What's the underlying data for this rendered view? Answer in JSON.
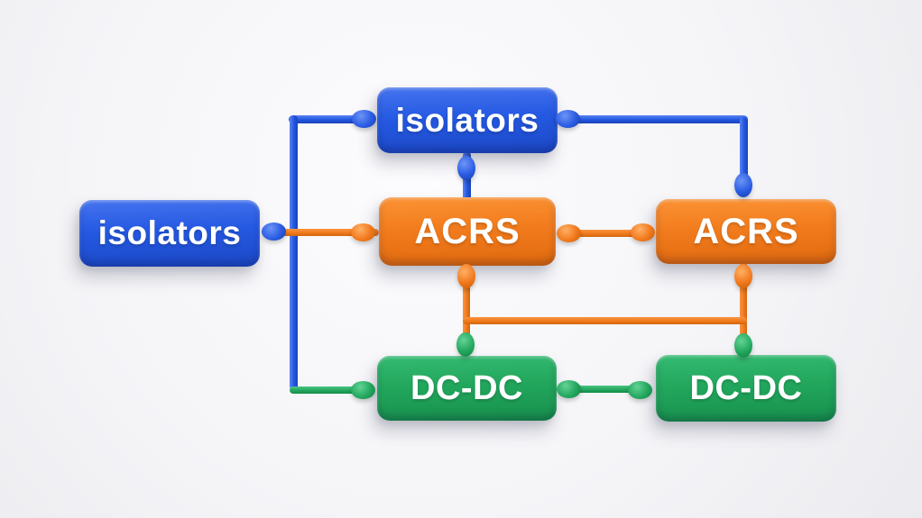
{
  "diagram": {
    "background_color": "#f4f4f7",
    "node_colors": {
      "blue": "#2559e2",
      "orange": "#f27c1d",
      "green": "#22a75d"
    },
    "line_colors": {
      "blue": "#2256e0",
      "orange": "#ef7a1c",
      "green": "#23a75e"
    },
    "text_color": "#ffffff",
    "nodes": [
      {
        "id": "isolators-top",
        "label": "isolators",
        "color": "blue"
      },
      {
        "id": "isolators-left",
        "label": "isolators",
        "color": "blue"
      },
      {
        "id": "acrs-center",
        "label": "ACRS",
        "color": "orange"
      },
      {
        "id": "acrs-right",
        "label": "ACRS",
        "color": "orange"
      },
      {
        "id": "dcdc-center",
        "label": "DC-DC",
        "color": "green"
      },
      {
        "id": "dcdc-right",
        "label": "DC-DC",
        "color": "green"
      }
    ],
    "connections": [
      {
        "from": "isolators-left",
        "to": "isolators-top",
        "color": "blue"
      },
      {
        "from": "isolators-left",
        "to": "dcdc-center",
        "color": "blue-green"
      },
      {
        "from": "isolators-left",
        "to": "acrs-center",
        "color": "orange"
      },
      {
        "from": "isolators-top",
        "to": "acrs-center",
        "color": "blue"
      },
      {
        "from": "isolators-top",
        "to": "acrs-right",
        "color": "blue"
      },
      {
        "from": "acrs-center",
        "to": "acrs-right",
        "color": "orange"
      },
      {
        "from": "acrs-center",
        "to": "dcdc-center",
        "color": "orange"
      },
      {
        "from": "acrs-right",
        "to": "dcdc-right",
        "color": "orange"
      },
      {
        "from": "acrs-center",
        "to": "dcdc-right",
        "color": "orange"
      },
      {
        "from": "dcdc-center",
        "to": "dcdc-right",
        "color": "green"
      }
    ]
  }
}
